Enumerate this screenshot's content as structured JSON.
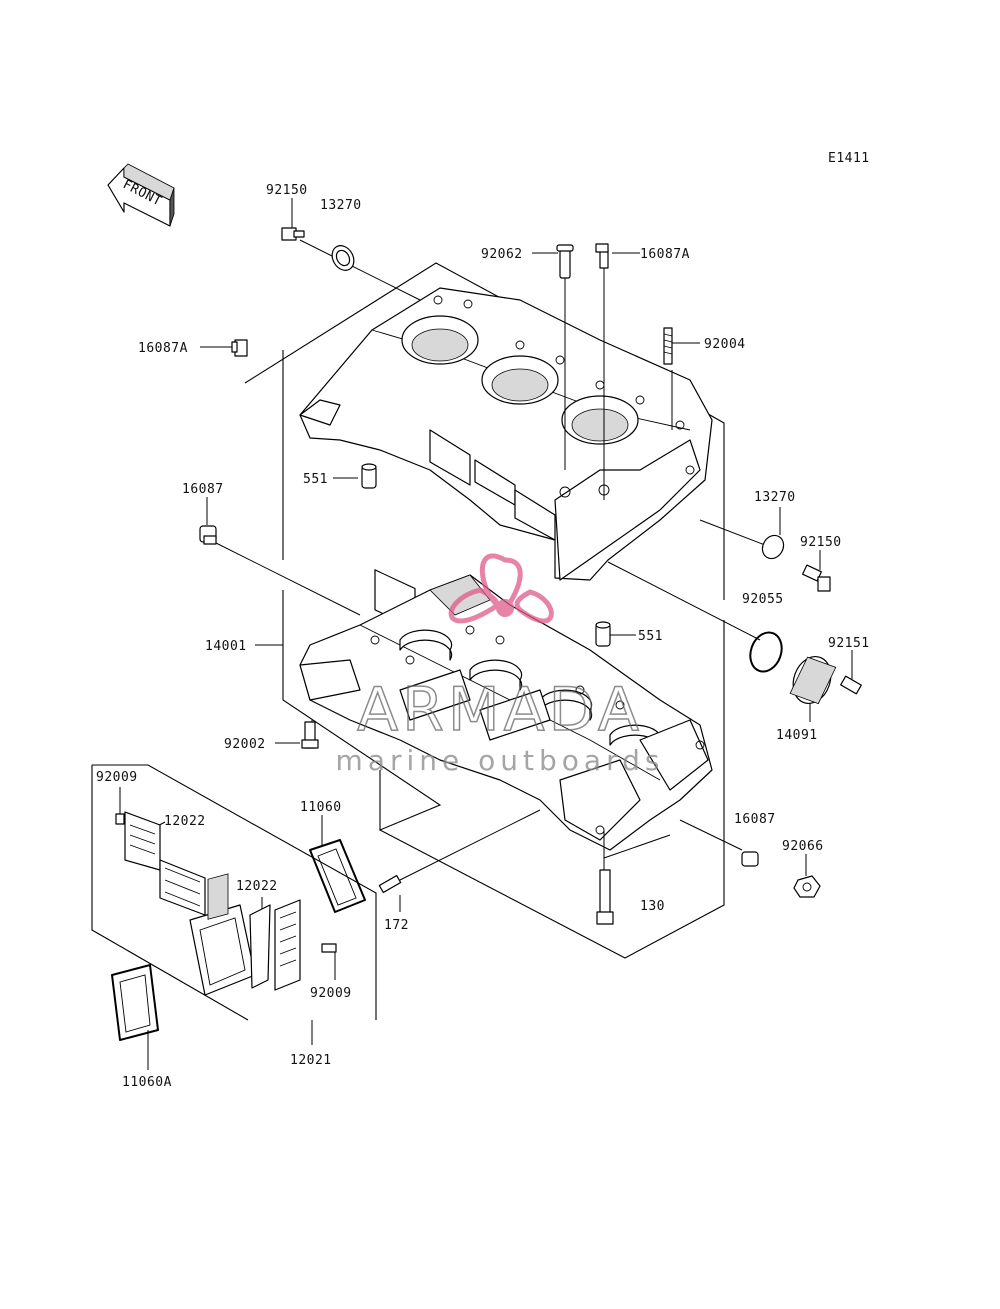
{
  "diagram_code": "E1411",
  "direction_label": "FRONT",
  "watermark": {
    "brand": "ARMADA",
    "tagline": "marine outboards",
    "color": "#e05a8a"
  },
  "labels": {
    "p92150_top": "92150",
    "p13270_top": "13270",
    "p92062": "92062",
    "p16087A_top": "16087A",
    "p16087A_left": "16087A",
    "p92004": "92004",
    "p551_top": "551",
    "p16087_left": "16087",
    "p13270_right": "13270",
    "p92150_right": "92150",
    "p92055": "92055",
    "p551_mid": "551",
    "p14001": "14001",
    "p92151": "92151",
    "p14091": "14091",
    "p92002": "92002",
    "p92009_top": "92009",
    "p12022_top": "12022",
    "p11060": "11060",
    "p16087_right": "16087",
    "p92066": "92066",
    "p12022_mid": "12022",
    "p172": "172",
    "p130": "130",
    "p92009_mid": "92009",
    "p12021": "12021",
    "p11060A": "11060A"
  }
}
